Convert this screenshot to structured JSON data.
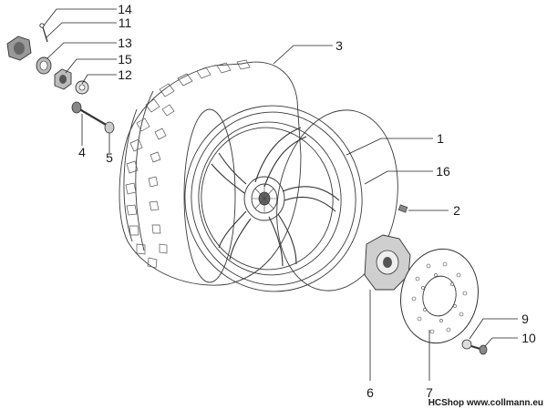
{
  "diagram": {
    "callouts": [
      {
        "id": "c14",
        "text": "14"
      },
      {
        "id": "c11",
        "text": "11"
      },
      {
        "id": "c13",
        "text": "13"
      },
      {
        "id": "c15",
        "text": "15"
      },
      {
        "id": "c12",
        "text": "12"
      },
      {
        "id": "c3",
        "text": "3"
      },
      {
        "id": "c1",
        "text": "1"
      },
      {
        "id": "c16",
        "text": "16"
      },
      {
        "id": "c2",
        "text": "2"
      },
      {
        "id": "c4",
        "text": "4"
      },
      {
        "id": "c5",
        "text": "5"
      },
      {
        "id": "c9",
        "text": "9"
      },
      {
        "id": "c10",
        "text": "10"
      },
      {
        "id": "c6",
        "text": "6"
      },
      {
        "id": "c7",
        "text": "7"
      }
    ],
    "watermark": "HCShop www.collmann.eu"
  }
}
